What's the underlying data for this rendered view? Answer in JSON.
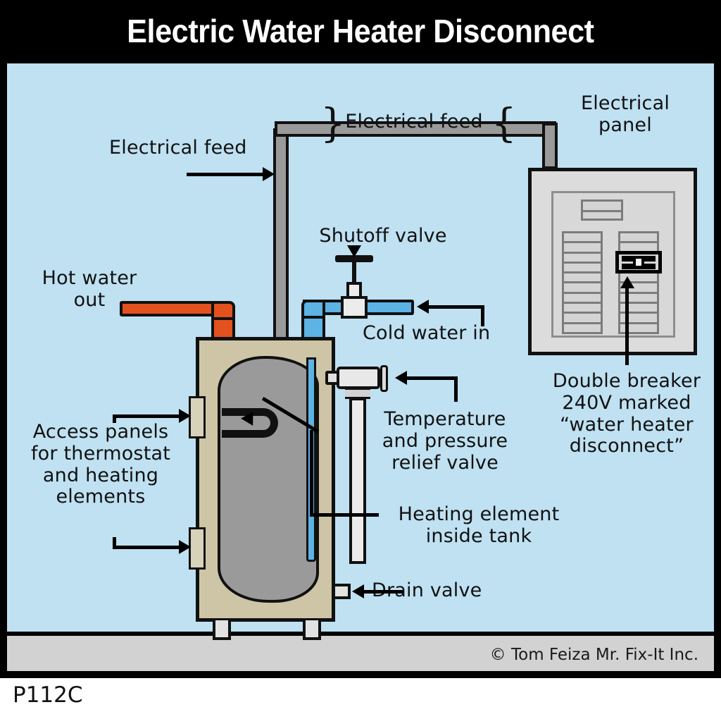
{
  "title": "Electric Water Heater Disconnect",
  "plate_code": "P112C",
  "copyright": "© Tom Feiza Mr. Fix-It Inc.",
  "colors": {
    "background_blue": "#bfe1f2",
    "frame_black": "#000000",
    "hot_pipe_orange": "#e3511f",
    "cold_pipe_blue": "#5cb3e4",
    "tank_tan": "#cdc5a6",
    "tank_water_gray": "#9a9a9a",
    "panel_gray": "#dcdcdc",
    "conduit_gray": "#9a9a9a",
    "floor_gray": "#d2d2d2"
  },
  "labels": {
    "electrical_feed_left": "Electrical feed",
    "electrical_feed_top": "Electrical feed",
    "electrical_panel": "Electrical\npanel",
    "shutoff_valve": "Shutoff valve",
    "hot_water_out": "Hot water\nout",
    "cold_water_in": "Cold water in",
    "access_panels": "Access panels\nfor thermostat\nand heating\nelements",
    "temperature_pressure": "Temperature\nand pressure\nrelief valve",
    "heating_element": "Heating element\ninside tank",
    "drain_valve": "Drain valve",
    "double_breaker": "Double breaker\n240V marked\n“water heater\ndisconnect”"
  },
  "panel": {
    "left_column_slots": 10,
    "right_column_slots": 10,
    "main_breaker_poles": 2,
    "highlighted_breaker": "double-pole-240v"
  },
  "tank": {
    "legs": 2,
    "access_panels": 2,
    "heating_elements": 1
  }
}
